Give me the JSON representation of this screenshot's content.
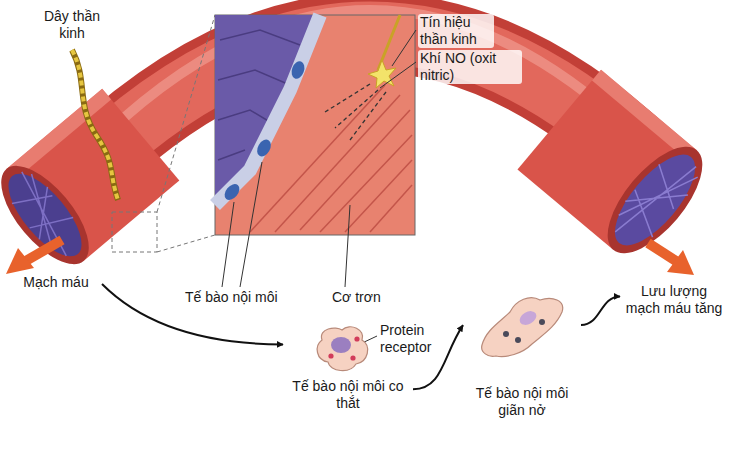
{
  "diagram": {
    "nodes": [
      {
        "text": [
          "Mạch máu"
        ]
      },
      {
        "text": [
          "Tế bào nội môi co thắt"
        ]
      },
      {
        "text": [
          "Tế bào nội môi giãn nở"
        ]
      },
      {
        "text": [
          "Lưu lượng mạch máu tăng"
        ]
      }
    ],
    "edges": [
      {
        "from": 0,
        "to": 1,
        "arrow": "to"
      },
      {
        "from": 1,
        "to": 2,
        "arrow": "to"
      },
      {
        "from": 2,
        "to": 3,
        "arrow": "to"
      }
    ],
    "labels": [
      "Dây thần kinh",
      "Tín hiệu thần kinh",
      "Khí NO (oxit nitric)",
      "Tế bào nội môi",
      "Cơ trơn",
      "Protein receptor"
    ]
  }
}
